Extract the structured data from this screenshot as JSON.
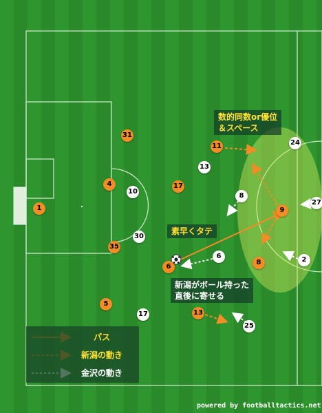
{
  "colors": {
    "home": "#f28c24",
    "away": "#ffffff",
    "pass": "#f28c24",
    "label_text": "#ffe033"
  },
  "home_players": [
    {
      "number": "1"
    },
    {
      "number": "31"
    },
    {
      "number": "4"
    },
    {
      "number": "35"
    },
    {
      "number": "5"
    },
    {
      "number": "17"
    },
    {
      "number": "11"
    },
    {
      "number": "9"
    },
    {
      "number": "8"
    },
    {
      "number": "6"
    },
    {
      "number": "13"
    }
  ],
  "away_players": [
    {
      "number": "24"
    },
    {
      "number": "13"
    },
    {
      "number": "10"
    },
    {
      "number": "8"
    },
    {
      "number": "27"
    },
    {
      "number": "30"
    },
    {
      "number": "6"
    },
    {
      "number": "2"
    },
    {
      "number": "17"
    },
    {
      "number": "25"
    }
  ],
  "annotations": {
    "numerical": "数的同数or優位\n＆スペース",
    "quick_vertical": "素早くタテ",
    "close_in": "新潟がボール持った\n直後に寄せる"
  },
  "legend": {
    "pass": "パス",
    "niigata_move": "新潟の動き",
    "kanazawa_move": "金沢の動き"
  },
  "credit": "powered by footballtactics.net"
}
